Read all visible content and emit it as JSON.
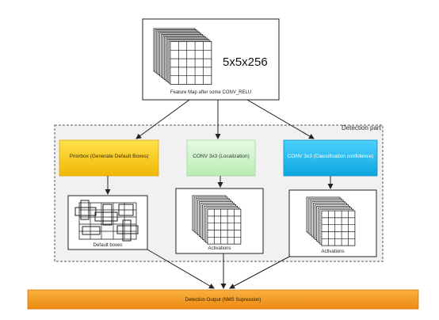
{
  "top": {
    "dims_label": "5x5x256",
    "caption": "Feature Map after some CONV_RELU"
  },
  "detection": {
    "title": "Detection part"
  },
  "branches": {
    "prior": {
      "label": "Priorbox (Generate Default Boxes)",
      "caption": "Default boxes",
      "color": "#f7c512"
    },
    "localization": {
      "label": "CONV 3x3 (Localization)",
      "caption": "Activations",
      "color": "#c9f2c4"
    },
    "classification": {
      "label": "CONV 3x3 (Classification confidence)",
      "caption": "Activations",
      "color": "#17b9ef"
    }
  },
  "output": {
    "label": "Detection Output (NMS Supression)",
    "color": "#f39a1e"
  }
}
